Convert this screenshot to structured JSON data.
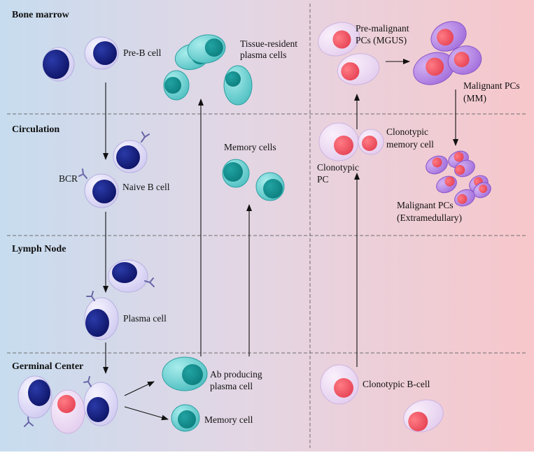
{
  "sections": {
    "bone_marrow": "Bone marrow",
    "circulation": "Circulation",
    "lymph_node": "Lymph Node",
    "germinal_center": "Germinal Center"
  },
  "labels": {
    "pre_b": "Pre-B cell",
    "tissue_resident_1": "Tissue-resident",
    "tissue_resident_2": "plasma cells",
    "memory_cells": "Memory cells",
    "bcr": "BCR",
    "naive_b": "Naive B cell",
    "plasma_cell": "Plasma cell",
    "ab_producing_1": "Ab producing",
    "ab_producing_2": "plasma cell",
    "memory_cell": "Memory cell",
    "pre_malignant_1": "Pre-malignant",
    "pre_malignant_2": "PCs (MGUS)",
    "malignant_mm_1": "Malignant PCs",
    "malignant_mm_2": "(MM)",
    "clonotypic_memory_1": "Clonotypic",
    "clonotypic_memory_2": "memory cell",
    "clonotypic_pc_1": "Clonotypic",
    "clonotypic_pc_2": "PC",
    "malignant_extra_1": "Malignant PCs",
    "malignant_extra_2": "(Extramedullary)",
    "clonotypic_b": "Clonotypic B-cell"
  },
  "colors": {
    "background_left": "#c8dcf0",
    "background_mid": "#e6d8e6",
    "background_right": "#f6c8cc",
    "b_cell_body": "#e4e0f8",
    "b_cell_nucleus": "#0f1470",
    "plasma_teal_body": "#5cc8c8",
    "plasma_teal_nucleus": "#0f8a8a",
    "malignant_body": "#b07fe0",
    "malignant_nucleus": "#ee4f60",
    "receptor": "#6a66a8",
    "divider": "#777777",
    "arrow": "#111111"
  }
}
